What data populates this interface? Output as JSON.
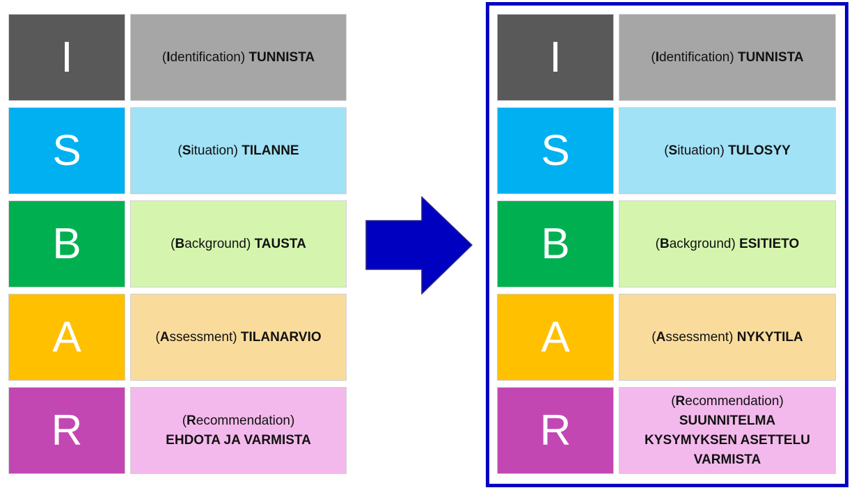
{
  "colors": {
    "I": {
      "dark": "#595959",
      "light": "#a6a6a6"
    },
    "S": {
      "dark": "#00b0f0",
      "light": "#a2e2f6"
    },
    "B": {
      "dark": "#00b050",
      "light": "#d5f5ae"
    },
    "A": {
      "dark": "#ffc000",
      "light": "#f9dc9c"
    },
    "R": {
      "dark": "#c347b3",
      "light": "#f3b9ec"
    },
    "arrow": "#0000c0",
    "frame": "#0000c0"
  },
  "left": {
    "rows": [
      {
        "letter": "I",
        "open": "(",
        "init": "I",
        "rest": "dentification) ",
        "main": [
          "TUNNISTA"
        ]
      },
      {
        "letter": "S",
        "open": "(",
        "init": "S",
        "rest": "ituation) ",
        "main": [
          "TILANNE"
        ]
      },
      {
        "letter": "B",
        "open": "(",
        "init": "B",
        "rest": "ackground) ",
        "main": [
          "TAUSTA"
        ]
      },
      {
        "letter": "A",
        "open": "(",
        "init": "A",
        "rest": "ssessment) ",
        "main": [
          "TILANARVIO"
        ]
      },
      {
        "letter": "R",
        "open": "(",
        "init": "R",
        "rest": "ecommendation)",
        "main": [
          "EHDOTA JA VARMISTA"
        ]
      }
    ]
  },
  "right": {
    "rows": [
      {
        "letter": "I",
        "open": "(",
        "init": "I",
        "rest": "dentification) ",
        "main": [
          "TUNNISTA"
        ]
      },
      {
        "letter": "S",
        "open": "(",
        "init": "S",
        "rest": "ituation) ",
        "main": [
          "TULOSYY"
        ]
      },
      {
        "letter": "B",
        "open": "(",
        "init": "B",
        "rest": "ackground) ",
        "main": [
          "ESITIETO"
        ]
      },
      {
        "letter": "A",
        "open": "(",
        "init": "A",
        "rest": "ssessment) ",
        "main": [
          "NYKYTILA"
        ]
      },
      {
        "letter": "R",
        "open": "(",
        "init": "R",
        "rest": "ecommendation)",
        "main": [
          "SUUNNITELMA",
          "KYSYMYKSEN ASETTELU",
          "VARMISTA"
        ]
      }
    ]
  }
}
